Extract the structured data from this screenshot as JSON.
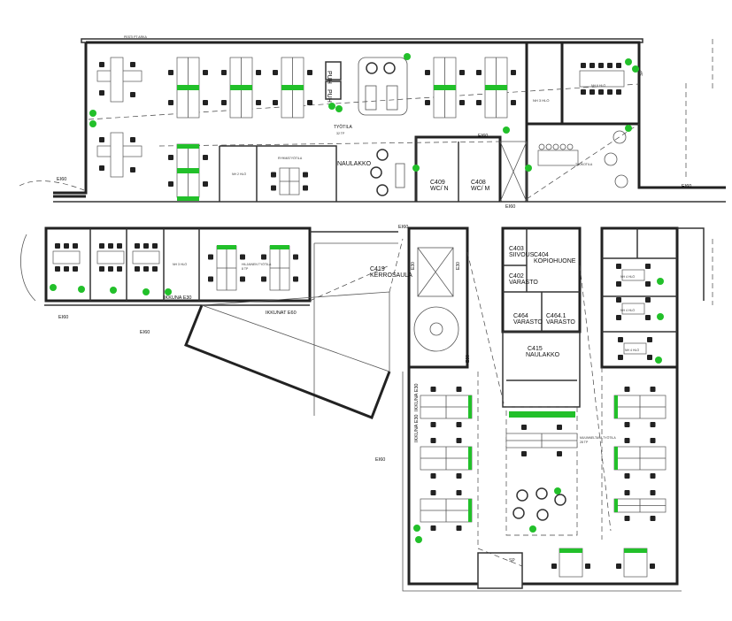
{
  "plan": {
    "top_area_label": "PESTI PT ARKA",
    "rooms": {
      "tyotila": "TYÖTILA",
      "tyotila_sub": "32 TP",
      "naulakko": "NAULAKKO",
      "c409": "C409",
      "c409_name": "WC/ N",
      "c408": "C408",
      "c408_name": "WC/ M",
      "puh1": "PUH",
      "puh2": "PUH",
      "nh3": "NH 3 HLÖ",
      "nh6": "NH 6 HLÖ",
      "nh2": "NH 2 HLÖ",
      "ryhmatyotila": "RYHMÄTYÖTILA",
      "taukotila": "TAUKOTILA",
      "sp_top": "SP",
      "sp_bottom": "SP",
      "c419": "C419",
      "c419_name": "KERROSAULA",
      "c403": "C403",
      "c403_name": "SIIVOUS",
      "c404": "C404",
      "c404_name": "KOPIOHUONE",
      "c402": "C402",
      "c402_name": "VARASTO",
      "c464": "C464",
      "c464_name": "VARASTO",
      "c4641": "C464.1",
      "c4641_name": "VARASTO",
      "c415": "C415",
      "c415_name": "NAULAKKO",
      "hiljainen": "HILJAINEN TYÖTILA",
      "hiljainen_sub": "8 TP",
      "muunneltava": "MUUNNELTAVA TYÖTILA",
      "muunneltava_sub": "28 TP",
      "nh4_a": "NH 4 HLÖ",
      "nh4_b": "NH 4 HLÖ",
      "nh4_c": "NH 4 HLÖ",
      "nh3_left": "NH 3 HLÖ"
    },
    "annotations": {
      "ei60_a": "EI60",
      "ei60_b": "EI60",
      "ei60_c": "EI60",
      "ei60_d": "EI60",
      "ei60_e": "EI60",
      "ei60_f": "EI60",
      "ei60_g": "EI60",
      "ei60_h": "EI60",
      "ikkunat_e60": "IKKUNAT E60",
      "ikkuna_e30_a": "IKKUNA E30",
      "ikkuna_e30_b": "IKKUNA E30",
      "ikkuna_e30_c": "IKKUNA E30",
      "e30_a": "E30",
      "e30_b": "E30",
      "e30_c": "E30"
    },
    "colors": {
      "plant": "#22c02a",
      "wall": "#222222"
    }
  }
}
